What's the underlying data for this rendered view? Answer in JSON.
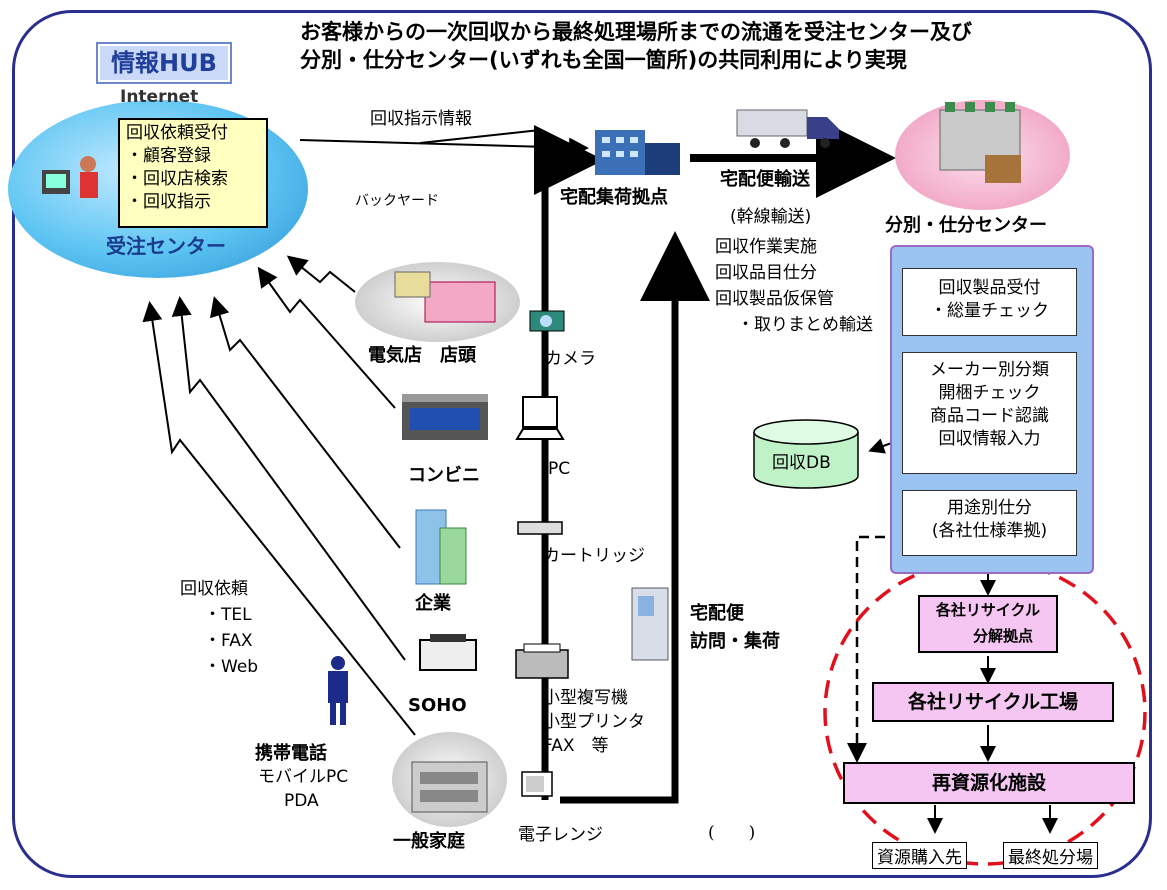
{
  "title": {
    "line1": "お客様からの一次回収から最終処理場所までの流通を受注センター及び",
    "line2": "分別・仕分センター(いずれも全国一箇所)の共同利用により実現"
  },
  "hub": {
    "logo": "情報HUB",
    "internet": "Internet",
    "items": [
      "回収依頼受付",
      "・顧客登録",
      "・回収店検索",
      "・回収指示"
    ],
    "center": "受注センター"
  },
  "labels": {
    "kaishu_shiji": "回収指示情報",
    "backyard": "バックヤード",
    "takuhai_kyoten": "宅配集荷拠点",
    "takuhai_yuso": "宅配便輸送",
    "kansen_yuso": "(幹線輸送)",
    "tasks": [
      "回収作業実施",
      "回収品目仕分",
      "回収製品仮保管",
      "・取りまとめ輸送"
    ],
    "bunbetsu_center": "分別・仕分センター",
    "denki": "電気店　店頭",
    "conbini": "コンビニ",
    "kigyo": "企業",
    "soho": "SOHO",
    "ippan": "一般家庭",
    "keitai": "携帯電話",
    "mobile_pc": "モバイルPC",
    "pda": "PDA",
    "irai": [
      "回収依頼",
      "・TEL",
      "・FAX",
      "・Web"
    ],
    "products": {
      "camera": "カメラ",
      "pc": "PC",
      "cartridge": "カートリッジ",
      "copiers": [
        "小型複写機",
        "小型プリンタ",
        "FAX　等"
      ],
      "microwave": "電子レンジ"
    },
    "takuhai_houmon": [
      "宅配便",
      "訪問・集荷"
    ],
    "db": "回収DB",
    "blank_paren": "(　　)"
  },
  "flow": {
    "step1": [
      "回収製品受付",
      "・総量チェック"
    ],
    "step2": [
      "メーカー別分類",
      "開梱チェック",
      "商品コード認識",
      "回収情報入力"
    ],
    "step3": [
      "用途別仕分",
      "(各社仕様準拠)"
    ],
    "recycle_base": [
      "各社リサイクル",
      "分解拠点"
    ],
    "recycle_factory": "各社リサイクル工場",
    "resource": "再資源化施設",
    "buyer": "資源購入先",
    "final": "最終処分場"
  },
  "colors": {
    "frame": "#2a2f8f",
    "hub_yellow": "#ffffc0",
    "pink": "#f4c6f1",
    "side_blue": "#9bc3f2",
    "dashed_red": "#e0101c"
  }
}
